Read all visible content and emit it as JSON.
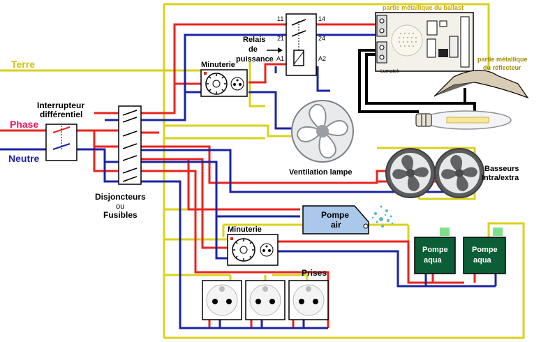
{
  "labels": {
    "terre": "Terre",
    "phase": "Phase",
    "neutre": "Neutre",
    "interrupteur_line1": "Interrupteur",
    "interrupteur_line2": "différentiel",
    "disjoncteurs": "Disjoncteurs",
    "ou": "ou",
    "fusibles": "Fusibles",
    "relais_line1": "Relais",
    "relais_line2": "de",
    "relais_line3": "puissance",
    "minuterie_top": "Minuterie",
    "minuterie_bottom": "Minuterie",
    "ventilation": "Ventilation lampe",
    "basseurs_line1": "Basseurs",
    "basseurs_line2": "Intra/extra",
    "pompe_air_line1": "Pompe",
    "pompe_air_line2": "air",
    "pompe_aqua_line1": "Pompe",
    "pompe_aqua_line2": "aqua",
    "prises": "Prises",
    "ballast": "partie métallique du ballast",
    "reflecteur_line1": "partie métallique",
    "reflecteur_line2": "du réflecteur",
    "relay_11": "11",
    "relay_14": "14",
    "relay_21": "21",
    "relay_24": "24",
    "relay_a1": "A1",
    "relay_a2": "A2",
    "ballast_brand": "Lumatek"
  },
  "colors": {
    "phase": "#e8231e",
    "neutre": "#1a24a3",
    "terre": "#d8d21c",
    "phase_label": "#e8175d",
    "neutre_label": "#1a24a3",
    "terre_label": "#c9c21a",
    "pump_green": "#0b5e36",
    "pump_air": "#a9c8ea"
  },
  "icons": [
    "fan-icon",
    "socket-icon",
    "timer-dial-icon",
    "relay-coil-icon",
    "ballast-icon",
    "reflector-icon",
    "lamp-bulb-icon",
    "pump-icon",
    "air-bubbles-icon"
  ]
}
